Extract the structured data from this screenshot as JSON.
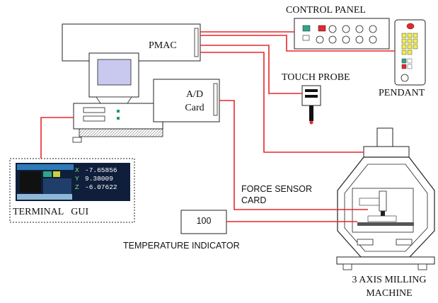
{
  "labels": {
    "pmac": "PMAC",
    "ad_card_line1": "A/D",
    "ad_card_line2": "Card",
    "control_panel": "CONTROL PANEL",
    "touch_probe": "TOUCH PROBE",
    "pendant": "PENDANT",
    "force_sensor_line1": "FORCE SENSOR",
    "force_sensor_line2": "CARD",
    "temp_value": "100",
    "temperature_indicator": "TEMPERATURE INDICATOR",
    "terminal_gui": "TERMINAL   GUI",
    "machine_line1": "3 AXIS MILLING",
    "machine_line2": "MACHINE"
  },
  "terminal_readout": [
    {
      "axis": "X",
      "value": "-7.65856"
    },
    {
      "axis": "Y",
      "value": "9.38009"
    },
    {
      "axis": "Z",
      "value": "-6.07622"
    }
  ],
  "colors": {
    "cable": "#e8262c",
    "outline": "#222222",
    "screen_bg": "#0f1e3a",
    "monitor_screen": "#c9c9f0"
  }
}
